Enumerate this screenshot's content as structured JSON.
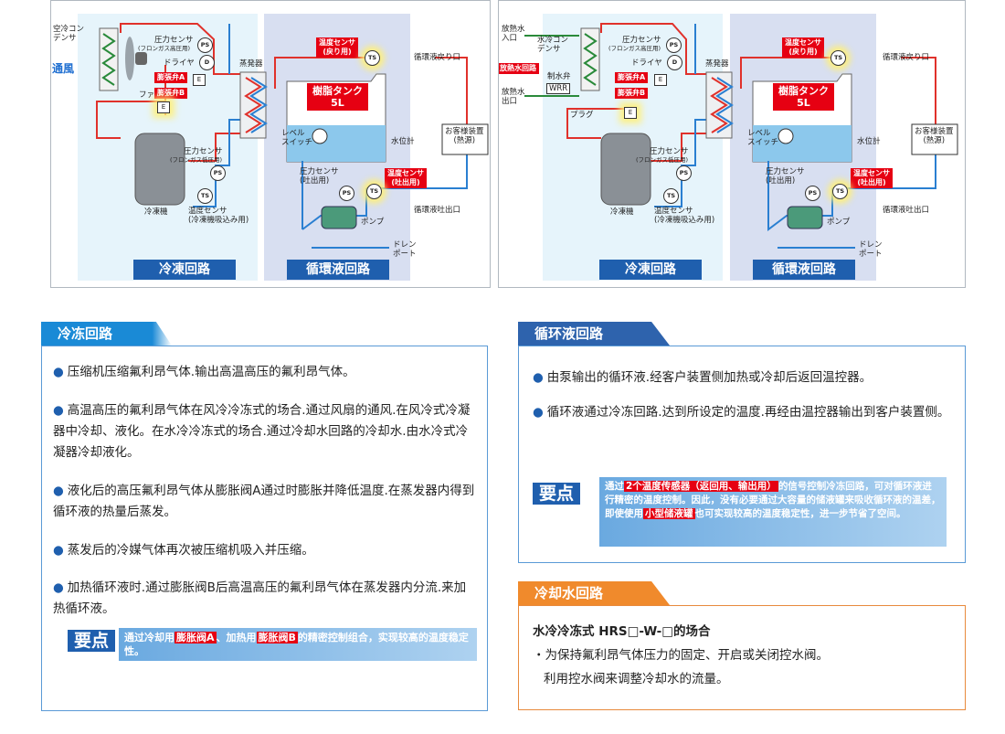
{
  "diagram_left": {
    "air_condenser": "空冷コン\nデンサ",
    "airflow": "通風",
    "fan": "ファン",
    "pressure_sensor_high": "圧力センサ",
    "pressure_sensor_high_sub": "(フロンガス高圧用)",
    "dryer": "ドライヤ",
    "expansion_valve_a": "膨張弁A",
    "expansion_valve_b": "膨張弁B",
    "compressor": "冷凍機",
    "pressure_sensor_low": "圧力センサ",
    "pressure_sensor_low_sub": "(フロンガス低圧用)",
    "temp_sensor_suction": "温度センサ\n(冷凍機吸込み用)",
    "evaporator": "蒸発器",
    "temp_sensor_return": "温度センサ\n(戻り用)",
    "return_port": "循環液戻り口",
    "tank": "樹脂タンク\n5L",
    "level_switch": "レベル\nスイッチ",
    "water_gauge": "水位計",
    "customer_device": "お客様装置\n(熱源)",
    "pressure_sensor_discharge": "圧力センサ\n(吐出用)",
    "temp_sensor_discharge": "温度センサ\n(吐出用)",
    "outlet_port": "循環液吐出口",
    "pump": "ポンプ",
    "drain_port": "ドレン\nポート",
    "section_refrigeration": "冷凍回路",
    "section_circulation": "循環液回路",
    "sym_ps": "PS",
    "sym_ts": "TS",
    "sym_e": "E",
    "sym_d": "D"
  },
  "diagram_right": {
    "cooling_water_in": "放熱水\n入口",
    "cooling_water_out": "放熱水\n出口",
    "water_condenser": "水冷コン\nデンサ",
    "water_circuit_tag": "放熱水回路",
    "water_valve": "制水弁",
    "water_valve_code": "WRR",
    "plug": "プラグ",
    "pressure_sensor_high": "圧力センサ",
    "pressure_sensor_high_sub": "(フロンガス高圧用)",
    "dryer": "ドライヤ",
    "expansion_valve_a": "膨張弁A",
    "expansion_valve_b": "膨張弁B",
    "compressor": "冷凍機",
    "pressure_sensor_low": "圧力センサ",
    "pressure_sensor_low_sub": "(フロンガス低圧用)",
    "temp_sensor_suction": "温度センサ\n(冷凍機吸込み用)",
    "evaporator": "蒸発器",
    "temp_sensor_return": "温度センサ\n(戻り用)",
    "return_port": "循環液戻り口",
    "tank": "樹脂タンク\n5L",
    "level_switch": "レベル\nスイッチ",
    "water_gauge": "水位計",
    "customer_device": "お客様装置\n(熱源)",
    "pressure_sensor_discharge": "圧力センサ\n(吐出用)",
    "temp_sensor_discharge": "温度センサ\n(吐出用)",
    "outlet_port": "循環液吐出口",
    "pump": "ポンプ",
    "drain_port": "ドレン\nポート",
    "section_refrigeration": "冷凍回路",
    "section_circulation": "循環液回路",
    "sym_ps": "PS",
    "sym_ts": "TS",
    "sym_e": "E",
    "sym_d": "D"
  },
  "panel_refrigeration": {
    "title": "冷冻回路",
    "bullets": [
      "压缩机压缩氟利昂气体.输出高温高压的氟利昂气体。",
      "高温高压的氟利昂气体在风冷冷冻式的场合.通过风扇的通风.在风冷式冷凝器中冷却、液化。在水冷冷冻式的场合.通过冷却水回路的冷却水.由水冷式冷凝器冷却液化。",
      "液化后的高压氟利昂气体从膨胀阀A通过时膨胀并降低温度.在蒸发器内得到循环液的热量后蒸发。",
      "蒸发后的冷媒气体再次被压缩机吸入并压缩。",
      "加热循环液时.通过膨胀阀B后高温高压的氟利昂气体在蒸发器内分流.来加热循环液。"
    ],
    "key_label": "要点",
    "key_pre": "通过冷却用",
    "key_red1": "膨胀阀A",
    "key_mid": "、加热用",
    "key_red2": "膨胀阀B",
    "key_post": "的精密控制组合，实现较高的温度稳定性。"
  },
  "panel_circulation": {
    "title": "循环液回路",
    "bullets": [
      "由泵输出的循环液.经客户装置侧加热或冷却后返回温控器。",
      "循环液通过冷冻回路.达到所设定的温度.再经由温控器输出到客户装置侧。"
    ],
    "key_label": "要点",
    "key_pre": "通过",
    "key_red1": "2个温度传感器（返回用、输出用）",
    "key_mid": "的信号控制冷冻回路，可对循环液进行精密的温度控制。因此，没有必要通过大容量的储液罐来吸收循环液的温差，即使使用",
    "key_red2": "小型储液罐",
    "key_post": "也可实现较高的温度稳定性，进一步节省了空间。"
  },
  "panel_cooling_water": {
    "title": "冷却水回路",
    "heading": "水冷冷冻式 HRS□-W-□的场合",
    "line1": "・为保持氟利昂气体压力的固定、开启或关闭控水阀。",
    "line2": "利用控水阀来调整冷却水的流量。"
  },
  "colors": {
    "blue_section": "#1f5fae",
    "blue_light": "#dbeefa",
    "orange_section": "#f08a2c",
    "red_tag": "#e60012",
    "pipe_red": "#e0312b",
    "pipe_blue": "#2a7fd1"
  }
}
